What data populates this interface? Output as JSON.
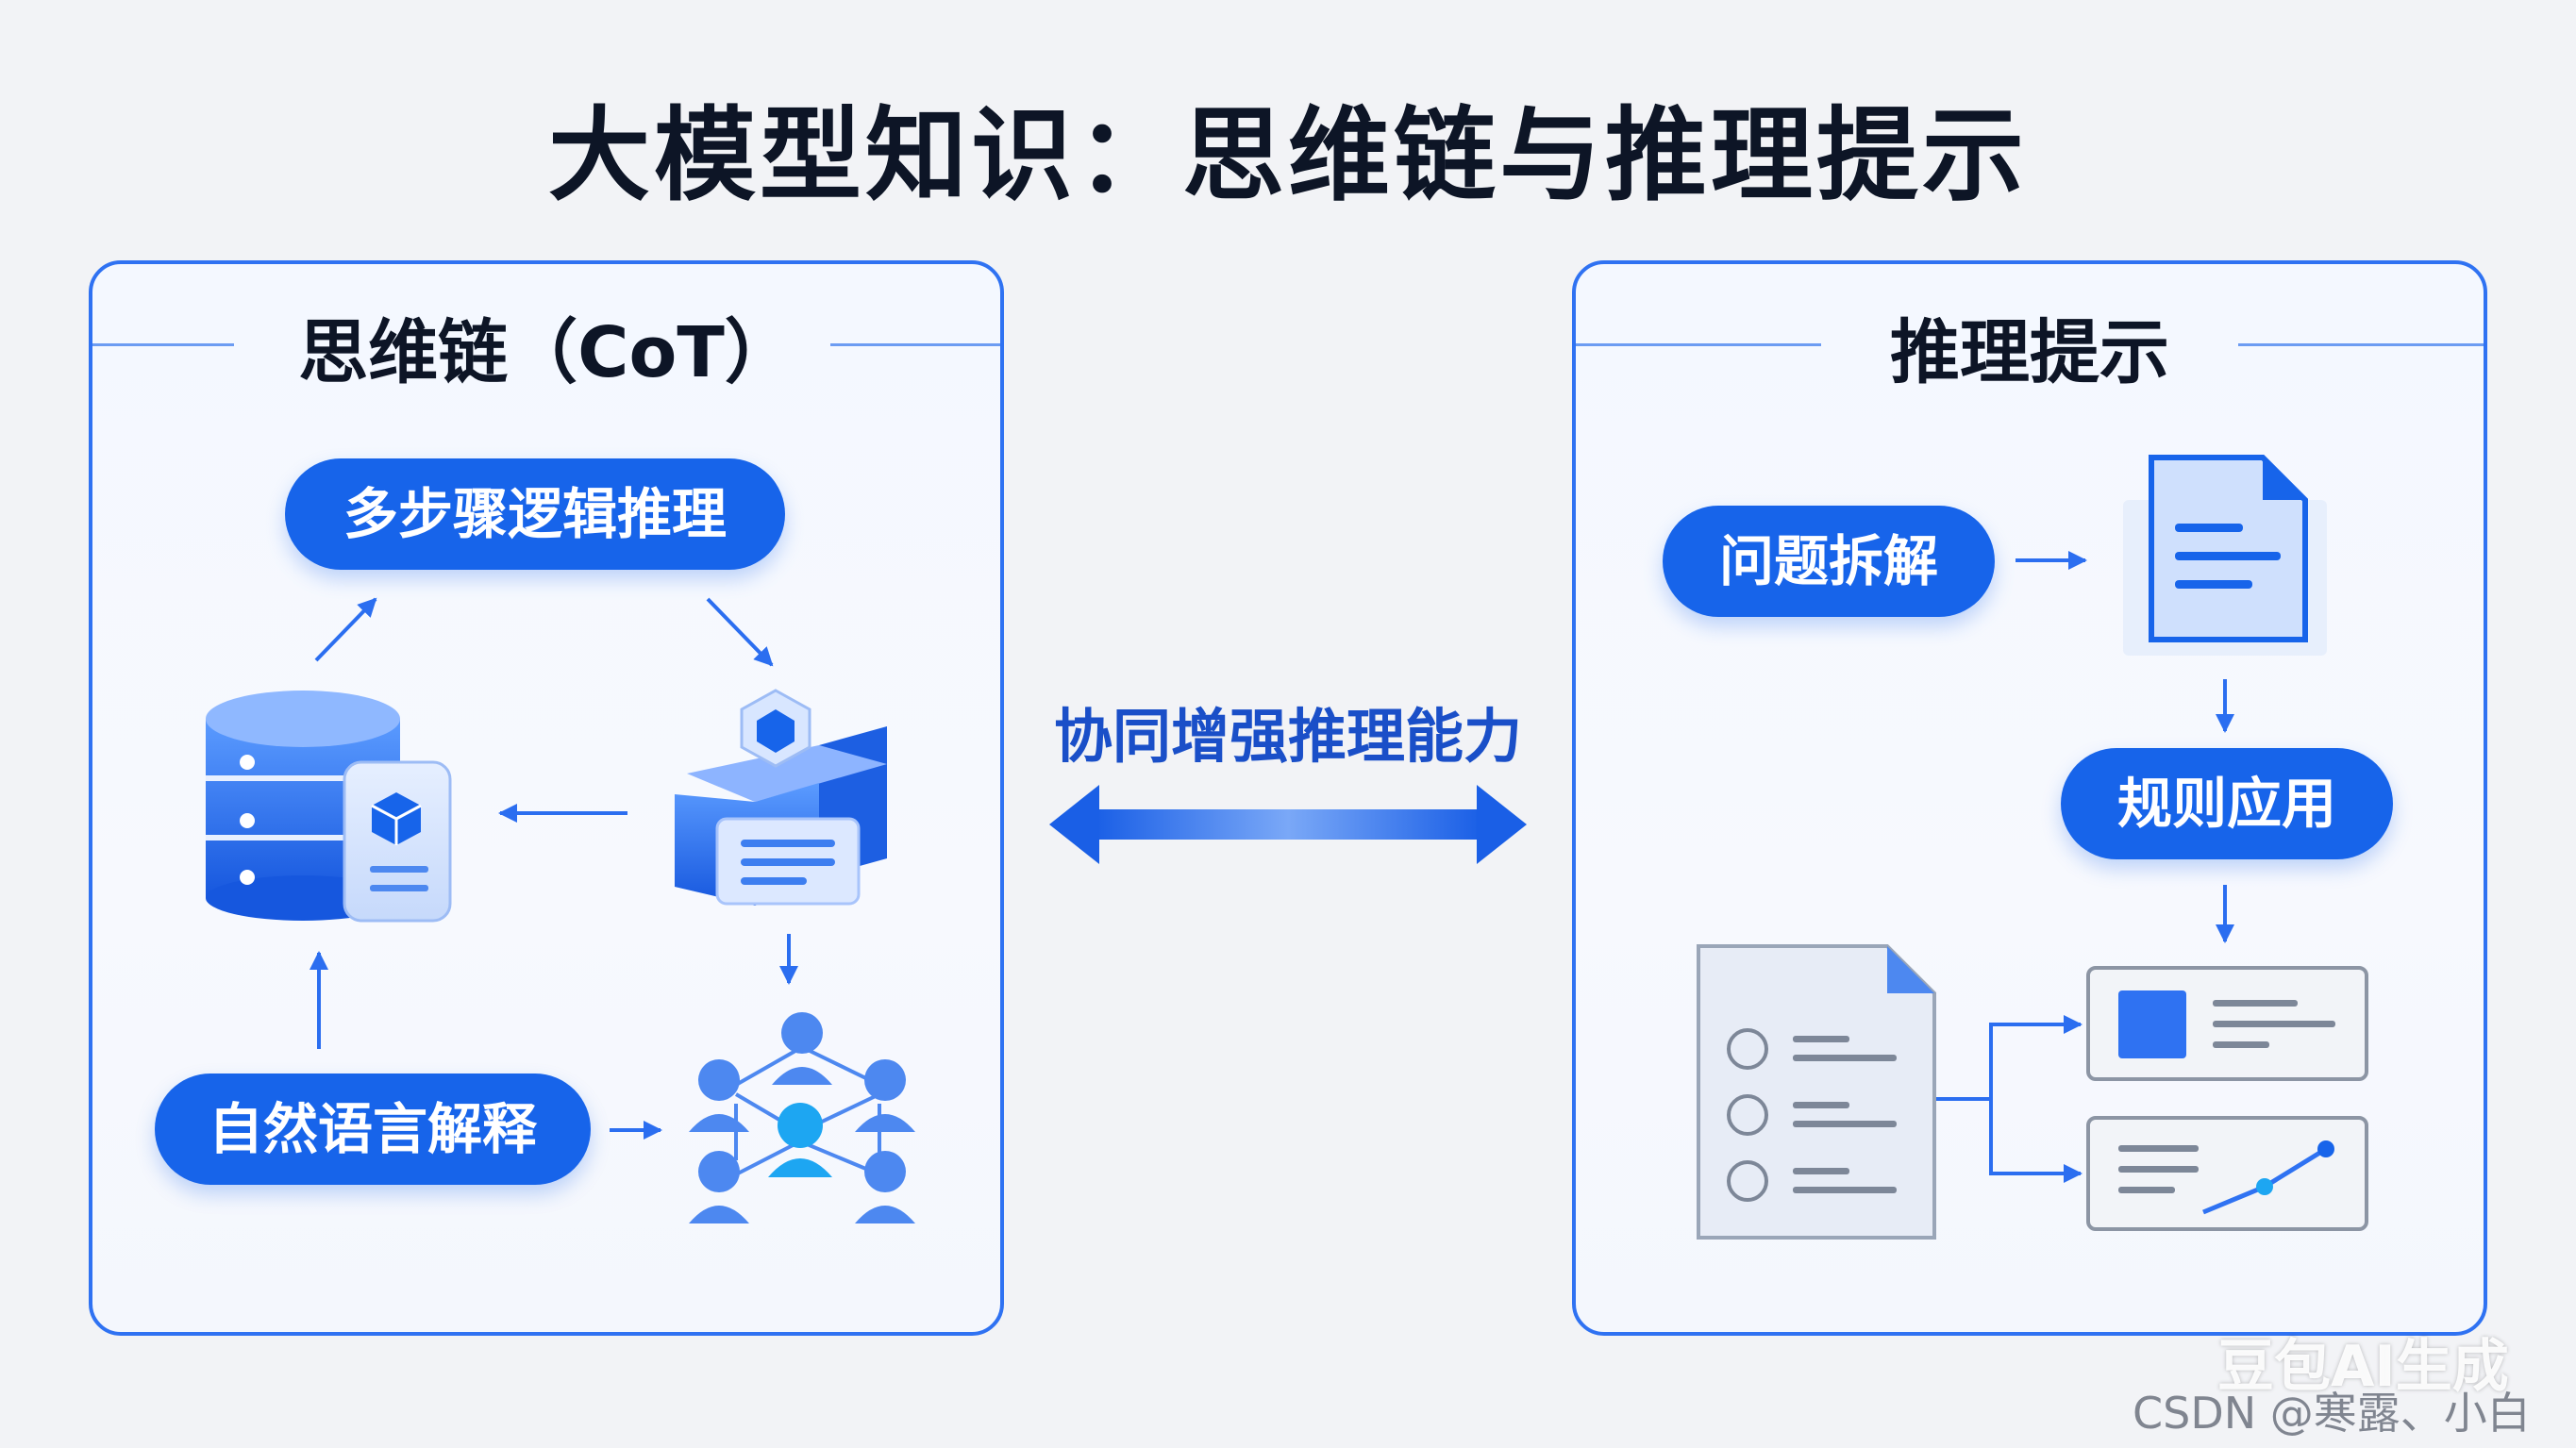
{
  "title": "大模型知识：思维链与推理提示",
  "left_panel": {
    "heading": "思维链（CoT）",
    "pill_top": "多步骤逻辑推理",
    "pill_bottom": "自然语言解释"
  },
  "right_panel": {
    "heading": "推理提示",
    "pill_decompose": "问题拆解",
    "pill_apply": "规则应用"
  },
  "center_label": "协同增强推理能力",
  "watermark": {
    "generated": "豆包AI生成",
    "csdn": "CSDN @寒露、小白"
  },
  "colors": {
    "accent": "#1764ea",
    "border": "#2f72f2",
    "arrow": "#2b6ef0"
  },
  "icons": [
    "database-icon",
    "document-cube-icon",
    "cube-machine-icon",
    "people-network-icon",
    "document-icon",
    "checklist-document-icon",
    "image-card-icon",
    "chart-card-icon",
    "double-arrow-icon"
  ]
}
